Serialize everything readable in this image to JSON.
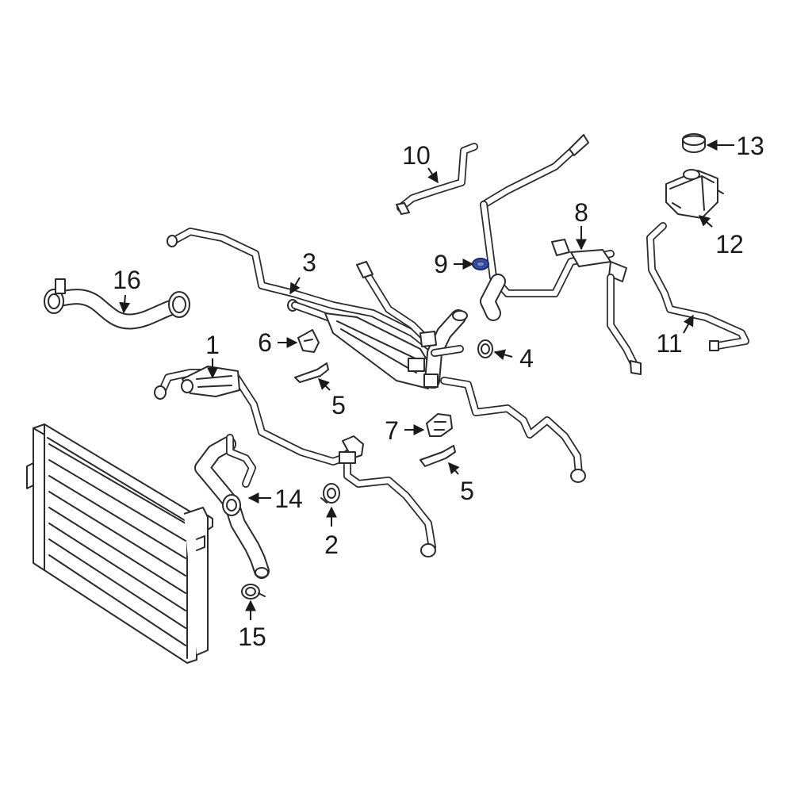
{
  "callouts": {
    "c1": "1",
    "c2": "2",
    "c3": "3",
    "c4": "4",
    "c5a": "5",
    "c5b": "5",
    "c6": "6",
    "c7": "7",
    "c8": "8",
    "c9": "9",
    "c10": "10",
    "c11": "11",
    "c12": "12",
    "c13": "13",
    "c14": "14",
    "c15": "15",
    "c16": "16"
  },
  "colors": {
    "line": "#2b2b2b",
    "highlight": "#3a4fa8",
    "background": "#ffffff"
  }
}
